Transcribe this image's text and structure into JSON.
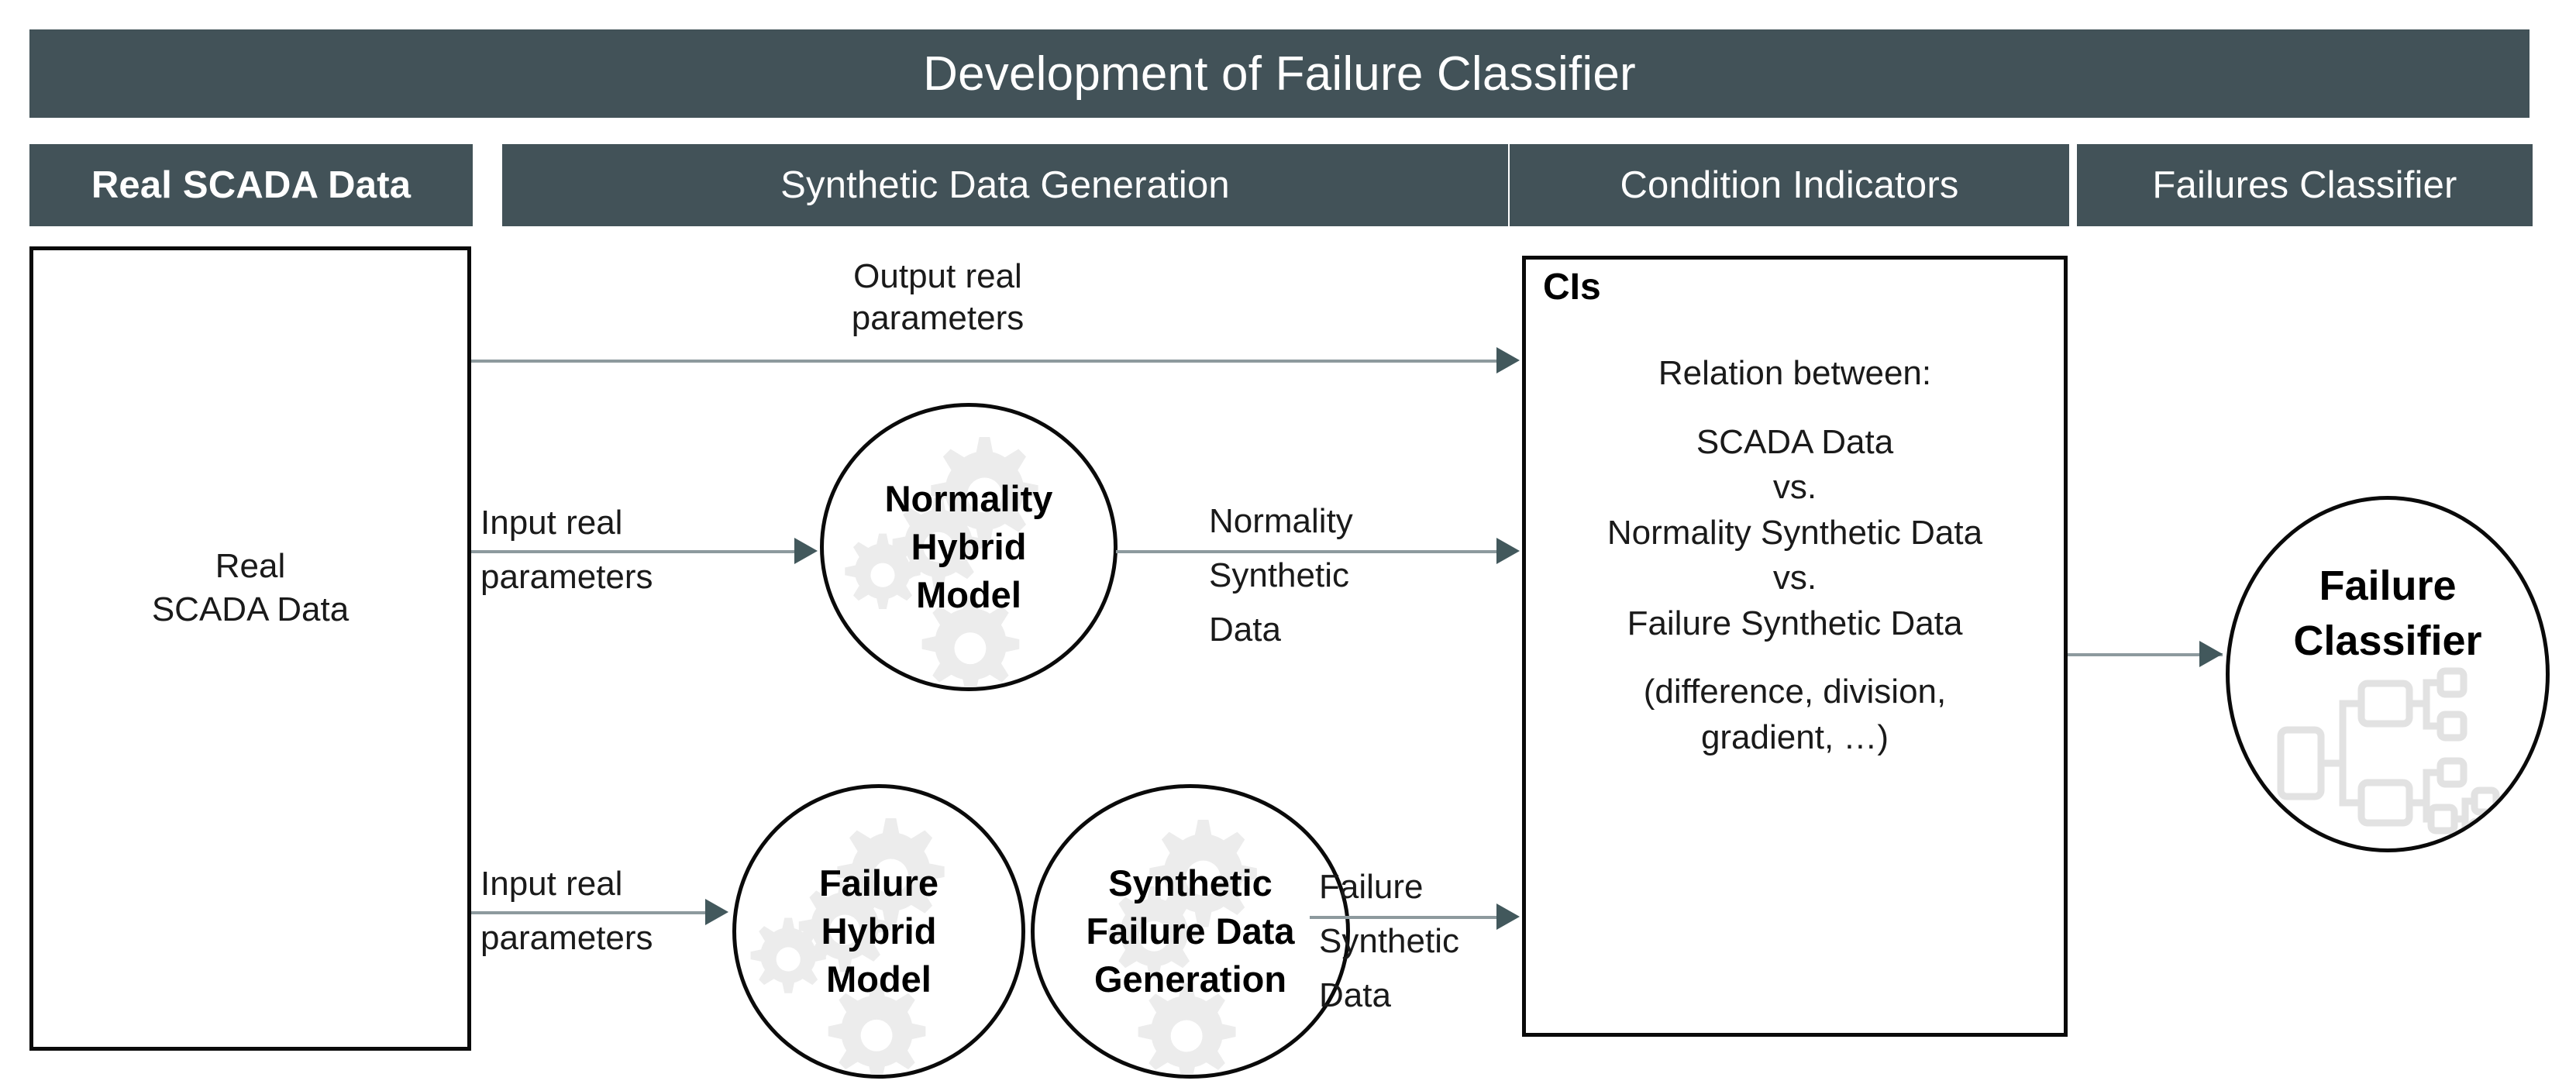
{
  "title": "Development of Failure Classifier",
  "columns": [
    {
      "id": "real-scada-data",
      "label": "Real SCADA Data"
    },
    {
      "id": "synthetic-data-generation",
      "label": "Synthetic Data Generation"
    },
    {
      "id": "condition-indicators",
      "label": "Condition Indicators"
    },
    {
      "id": "failures-classifier",
      "label": "Failures Classifier"
    }
  ],
  "nodes": {
    "real_scada_box": {
      "label": "Real\nSCADA Data"
    },
    "normality_model": {
      "label": "Normality\nHybrid\nModel"
    },
    "failure_model": {
      "label": "Failure\nHybrid\nModel"
    },
    "synthetic_failure_gen": {
      "label": "Synthetic\nFailure Data\nGeneration"
    },
    "cis_box": {
      "title": "CIs",
      "line1": "Relation between:",
      "line2": "SCADA Data",
      "line3": "vs.",
      "line4": "Normality Synthetic Data",
      "line5": "vs.",
      "line6": "Failure Synthetic Data",
      "line7": "(difference, division,",
      "line8": "gradient, …)"
    },
    "failure_classifier": {
      "label": "Failure\nClassifier"
    }
  },
  "edges": [
    {
      "id": "output-real-parameters",
      "label": "Output real\nparameters"
    },
    {
      "id": "input-real-parameters-top",
      "label_top": "Input real",
      "label_bottom": "parameters"
    },
    {
      "id": "normality-synthetic-data",
      "label_top": "Normality",
      "label_mid": "Synthetic",
      "label_bottom": "Data"
    },
    {
      "id": "input-real-parameters-bottom",
      "label_top": "Input real",
      "label_bottom": "parameters"
    },
    {
      "id": "failure-synthetic-data",
      "label_top": "Failure",
      "label_mid": "Synthetic",
      "label_bottom": "Data"
    },
    {
      "id": "cis-to-classifier",
      "label": ""
    }
  ],
  "colors": {
    "band": "#425258",
    "band_text": "#ffffff",
    "outline": "#0a0a0a",
    "arrow_line": "#8d9a9e",
    "arrow_head": "#42585c",
    "watermark": "#ebebeb",
    "background": "#ffffff"
  },
  "icons": {
    "cog_watermark": "cog-icon",
    "decision_tree_watermark": "decision-tree-icon"
  }
}
